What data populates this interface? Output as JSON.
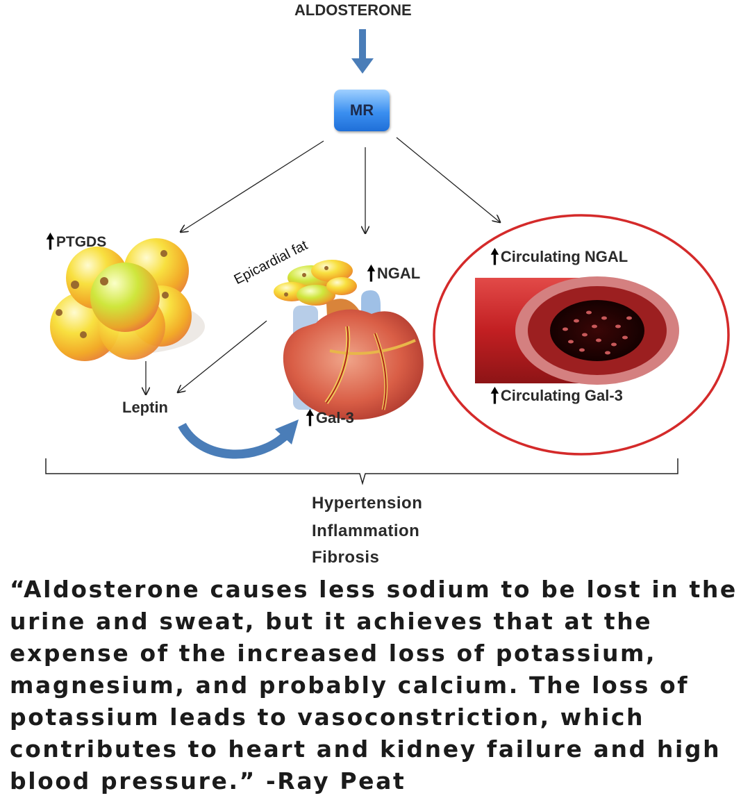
{
  "diagram": {
    "top_label": "ALDOSTERONE",
    "receptor": "MR",
    "adipose": {
      "label": "PTGDS",
      "marker": "up-arrow"
    },
    "epicardial": {
      "label": "Epicardial fat"
    },
    "heart": {
      "ngal": "NGAL",
      "gal3": "Gal-3"
    },
    "leptin": "Leptin",
    "vessel": {
      "top_label": "Circulating NGAL",
      "bottom_label": "Circulating Gal-3"
    },
    "outcomes": [
      "Hypertension",
      "Inflammation",
      "Fibrosis"
    ],
    "colors": {
      "arrow_blue": "#4a7db8",
      "mr_box": "#3b8ff0",
      "vessel_ring": "#d42a2a",
      "fat": "#f5c520"
    }
  },
  "quote": {
    "text": "“Aldosterone causes less sodium to be lost in the urine and sweat, but it achieves that at the expense of the increased loss of potassium, magnesium, and probably calcium. The loss of potassium leads to vasoconstriction, which contributes to heart and kidney failure and high blood pressure.” -Ray Peat"
  }
}
